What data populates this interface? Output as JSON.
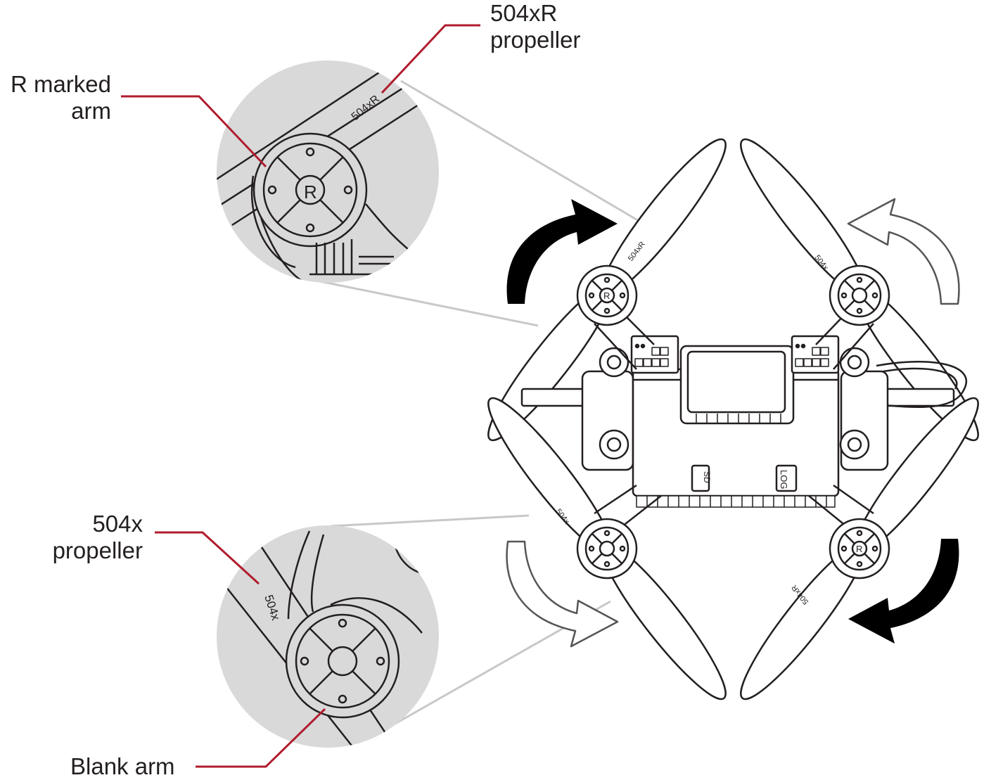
{
  "callouts": {
    "top_propeller": {
      "line1": "504xR",
      "line2": "propeller"
    },
    "top_arm": {
      "line1": "R marked",
      "line2": "arm"
    },
    "bottom_propeller": {
      "line1": "504x",
      "line2": "propeller"
    },
    "bottom_arm": {
      "line1": "Blank arm"
    }
  },
  "markings": {
    "prop_code_r": "504xR",
    "prop_code_plain": "504x",
    "arm_mark": "R",
    "sd_label": "SD",
    "log_label": "LOG"
  },
  "colors": {
    "leader_line": "#b01c2e",
    "zoom_fill": "#d9d9d9",
    "outline": "#231f20",
    "arrow_solid": "#000000"
  }
}
